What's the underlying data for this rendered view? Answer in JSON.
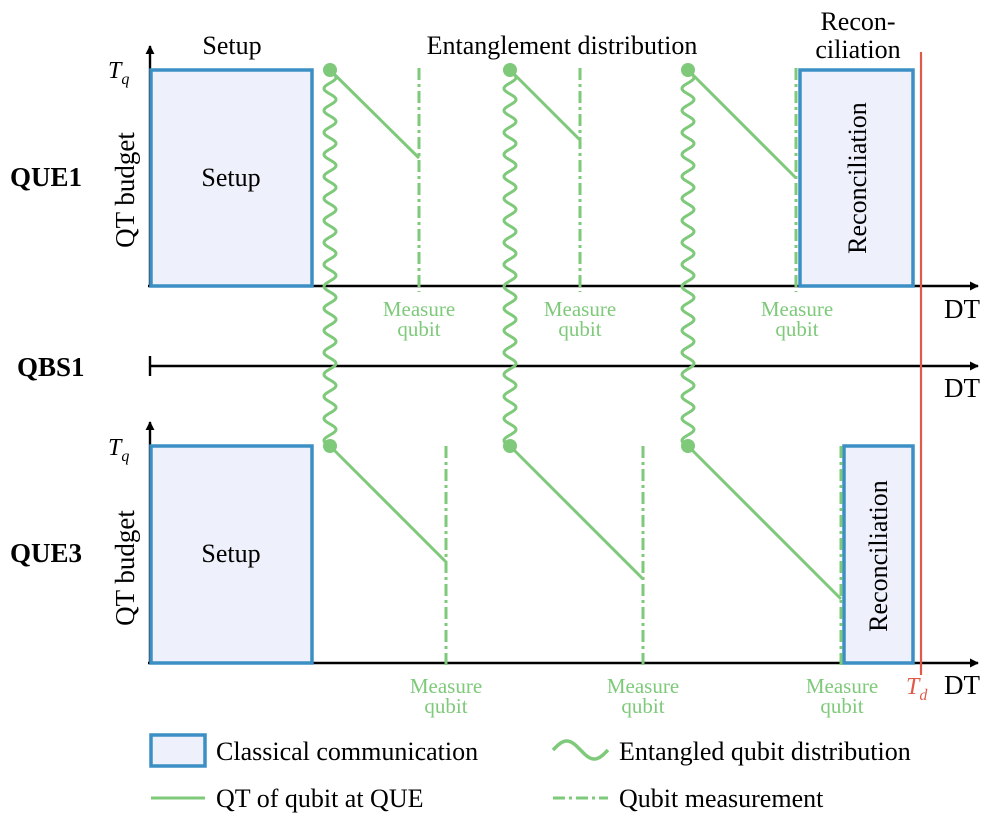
{
  "header": {
    "setup": "Setup",
    "entanglement": "Entanglement distribution",
    "reconciliation_line1": "Recon-",
    "reconciliation_line2": "ciliation"
  },
  "rows": {
    "que1": "QUE1",
    "qbs1": "QBS1",
    "que3": "QUE3"
  },
  "axes": {
    "y_label": "QT budget",
    "x_label": "DT",
    "tq": "T",
    "tq_sub": "q",
    "td": "T",
    "td_sub": "d"
  },
  "blocks": {
    "setup": "Setup",
    "reconciliation": "Reconciliation"
  },
  "measure": {
    "line1": "Measure",
    "line2": "qubit"
  },
  "legend": {
    "classical": "Classical communication",
    "entangled": "Entangled qubit distribution",
    "qt": "QT of qubit at QUE",
    "measurement": "Qubit measurement"
  },
  "colors": {
    "block_fill": "#eef0fb",
    "block_stroke": "#3b8fc4",
    "green": "#7ec97a",
    "deadline": "#e05a4a",
    "axis": "#000000"
  }
}
